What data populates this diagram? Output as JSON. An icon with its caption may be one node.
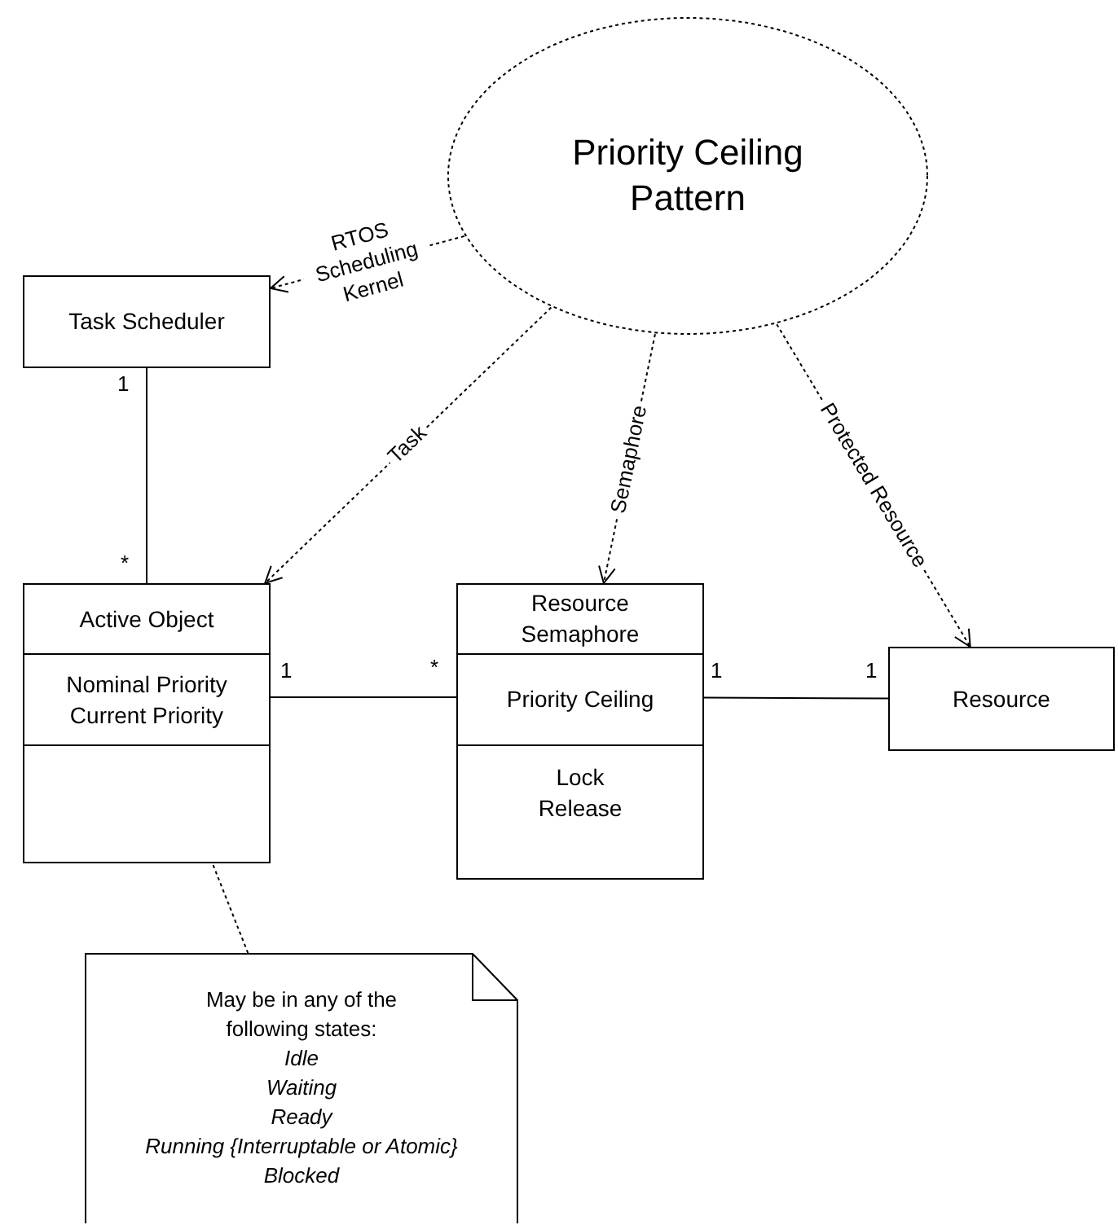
{
  "diagram": {
    "nodes": [
      {
        "text": [
          "Priority Ceiling Pattern"
        ]
      },
      {
        "text": [
          "Task Scheduler"
        ]
      },
      {
        "text": [
          "Active Object",
          "Nominal Priority Current Priority"
        ]
      },
      {
        "text": [
          "Resource Semaphore",
          "Priority Ceiling",
          "Lock Release"
        ]
      },
      {
        "text": [
          "Resource"
        ]
      },
      {
        "text": [
          "May be in any of the following states:",
          "Idle",
          "Waiting",
          "Ready",
          "Running {Interruptable or Atomic}",
          "Blocked"
        ]
      }
    ],
    "edges": [
      {
        "from": 0,
        "to": 1,
        "arrow": "to",
        "style": "dashed",
        "label": "RTOS Scheduling Kernel"
      },
      {
        "from": 0,
        "to": 2,
        "arrow": "to",
        "style": "dashed",
        "label": "Task"
      },
      {
        "from": 0,
        "to": 3,
        "arrow": "to",
        "style": "dashed",
        "label": "Semaphore"
      },
      {
        "from": 0,
        "to": 4,
        "arrow": "to",
        "style": "dashed",
        "label": "Protected Resource"
      },
      {
        "from": 1,
        "to": 2,
        "arrow": "none"
      },
      {
        "from": 2,
        "to": 3,
        "arrow": "none"
      },
      {
        "from": 3,
        "to": 4,
        "arrow": "none"
      },
      {
        "from": 5,
        "to": 2,
        "arrow": "none",
        "style": "dashed"
      }
    ],
    "labels": [
      "1",
      "*",
      "1",
      "*",
      "1",
      "1"
    ]
  }
}
